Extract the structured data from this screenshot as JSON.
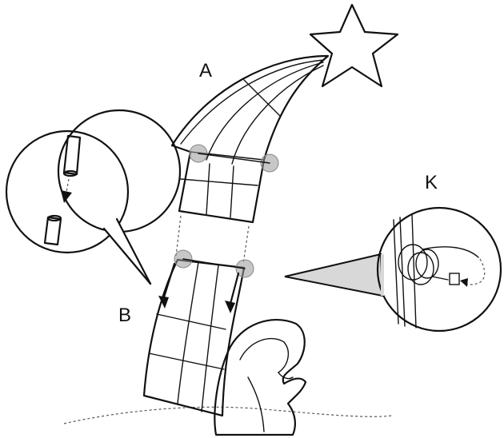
{
  "labels": {
    "part_a": "A",
    "part_b": "B",
    "part_k": "K"
  },
  "colors": {
    "line": "#111111",
    "joint_highlight": "#999999",
    "callout_fill": "#d8d8d8",
    "background": "#ffffff"
  },
  "icons": [
    "star-icon",
    "tube-connector-icon",
    "arrow-down-icon",
    "knot-ring-icon",
    "figure-silhouette-icon"
  ]
}
